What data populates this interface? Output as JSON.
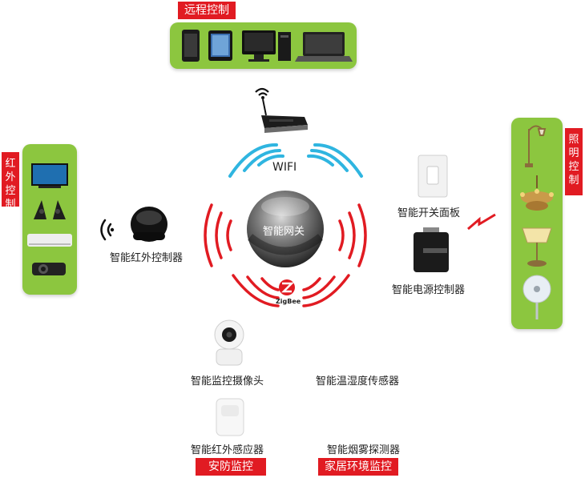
{
  "tags": {
    "remote": "远程控制",
    "infrared": "红外控制",
    "lighting": "照明控制",
    "security": "安防监控",
    "environment": "家居环境监控"
  },
  "hub": {
    "label": "智能网关",
    "wifi": "WIFI",
    "zigbee": "ZigBee"
  },
  "devices": {
    "ir_controller": "智能红外控制器",
    "switch_panel": "智能开关面板",
    "power_controller": "智能电源控制器",
    "camera": "智能监控摄像头",
    "temp_humidity": "智能温湿度传感器",
    "ir_sensor": "智能红外感应器",
    "smoke_detector": "智能烟雾探测器"
  },
  "colors": {
    "panel_green": "#8cc63f",
    "tag_red": "#e11b22",
    "wifi_cyan": "#2fb5e0",
    "zigbee_red": "#e11b22"
  }
}
